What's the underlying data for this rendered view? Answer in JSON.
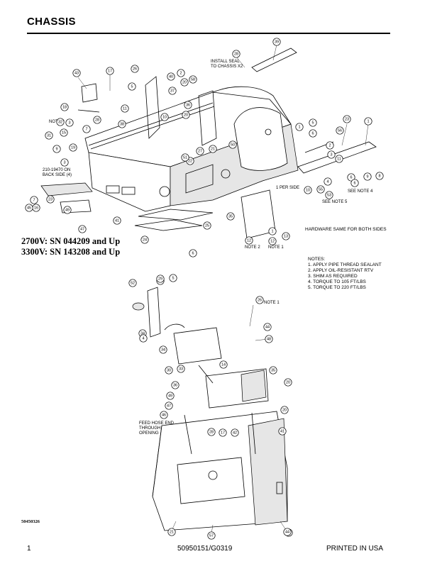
{
  "page": {
    "title": "CHASSIS",
    "serial_line_1": "2700V: SN 044209 and Up",
    "serial_line_2": "3300V: SN 143208 and Up",
    "hardware_note": "HARDWARE SAME FOR BOTH SIDES",
    "drawing_code": "50450326"
  },
  "notes": {
    "heading": "NOTES:",
    "items": [
      "1. APPLY PIPE THREAD SEALANT",
      "2. APPLY OIL-RESISTANT RTV",
      "3. SHIM AS REQUIRED",
      "4. TORQUE TO 105 FT/LBS",
      "5. TORQUE TO 220 FT/LBS"
    ]
  },
  "labels": {
    "install_seal": "INSTALL SEAL",
    "to_chassis": "TO CHASSIS X2",
    "note3": "NOTE 3",
    "back_side_1": "210-19470 ON",
    "back_side_2": "BACK SIDE (4)",
    "per_side": "1 PER SIDE",
    "see_note_4": "SEE NOTE 4",
    "see_note_5": "SEE NOTE 5",
    "note2": "NOTE 2",
    "note1_bottom": "NOTE 1",
    "note1_top": "NOTE 1",
    "feed_hose_1": "FEED HOSE END",
    "feed_hose_2": "THROUGH TANK",
    "feed_hose_3": "OPENING"
  },
  "footer": {
    "page_number": "1",
    "doc_number": "50950151/G0319",
    "printed": "PRINTED IN USA"
  },
  "callouts": [
    "39",
    "28",
    "43",
    "17",
    "26",
    "2",
    "40",
    "58",
    "5",
    "20",
    "37",
    "18",
    "11",
    "10",
    "20",
    "28",
    "38",
    "36",
    "3",
    "32",
    "31",
    "15",
    "9",
    "19",
    "7",
    "22",
    "12",
    "21",
    "27",
    "50",
    "51",
    "3",
    "1",
    "5",
    "23",
    "56",
    "6",
    "1",
    "2",
    "3",
    "11",
    "6",
    "9",
    "4",
    "6",
    "8",
    "53",
    "55",
    "10",
    "1",
    "34",
    "19",
    "35",
    "41",
    "7",
    "49",
    "16",
    "23",
    "45",
    "47",
    "25",
    "24",
    "6",
    "12",
    "13",
    "52",
    "29",
    "5",
    "26",
    "54",
    "44",
    "48",
    "4",
    "34",
    "30",
    "33",
    "14",
    "35",
    "36",
    "20",
    "49",
    "20",
    "47",
    "46",
    "28",
    "17",
    "42",
    "41",
    "21",
    "57",
    "44"
  ]
}
